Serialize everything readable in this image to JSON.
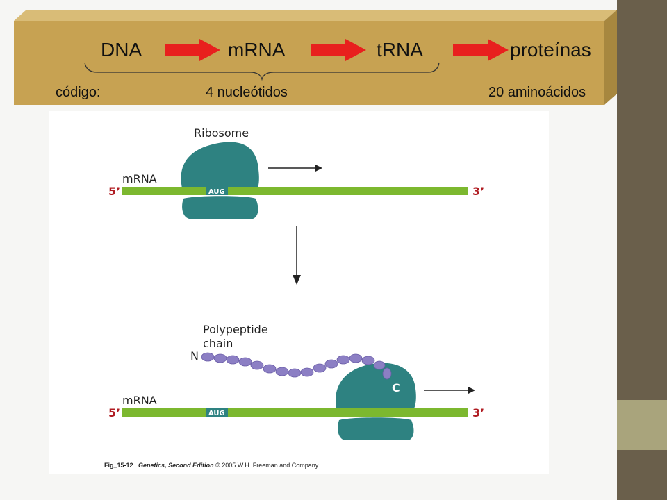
{
  "banner": {
    "dna": "DNA",
    "mrna": "mRNA",
    "trna": "tRNA",
    "proteins": "proteínas",
    "code_label": "código:",
    "nucleotides": "4 nucleótidos",
    "amino_acids": "20 aminoácidos"
  },
  "figure": {
    "ribosome_label": "Ribosome",
    "mrna_label_top": "mRNA",
    "mrna_label_bottom": "mRNA",
    "five_prime_top": "5’",
    "three_prime_top": "3’",
    "five_prime_bottom": "5’",
    "three_prime_bottom": "3’",
    "aug_top": "AUG",
    "aug_bottom": "AUG",
    "polypeptide_line1": "Polypeptide",
    "polypeptide_line2": "chain",
    "n_terminus": "N",
    "c_terminus": "C",
    "caption_fig": "Fig_15-12",
    "caption_book": "Genetics, Second Edition",
    "caption_rest": "© 2005 W.H. Freeman and Company"
  },
  "colors": {
    "banner_fill": "#c7a252",
    "arrow_red": "#e8201e",
    "mrna_green": "#7cb82f",
    "ribosome_teal": "#2e8281",
    "amino_purple": "#8c7fc4",
    "end_red": "#b01c22",
    "side_bar": "#6a5f4b",
    "side_accent": "#a9a47c"
  }
}
